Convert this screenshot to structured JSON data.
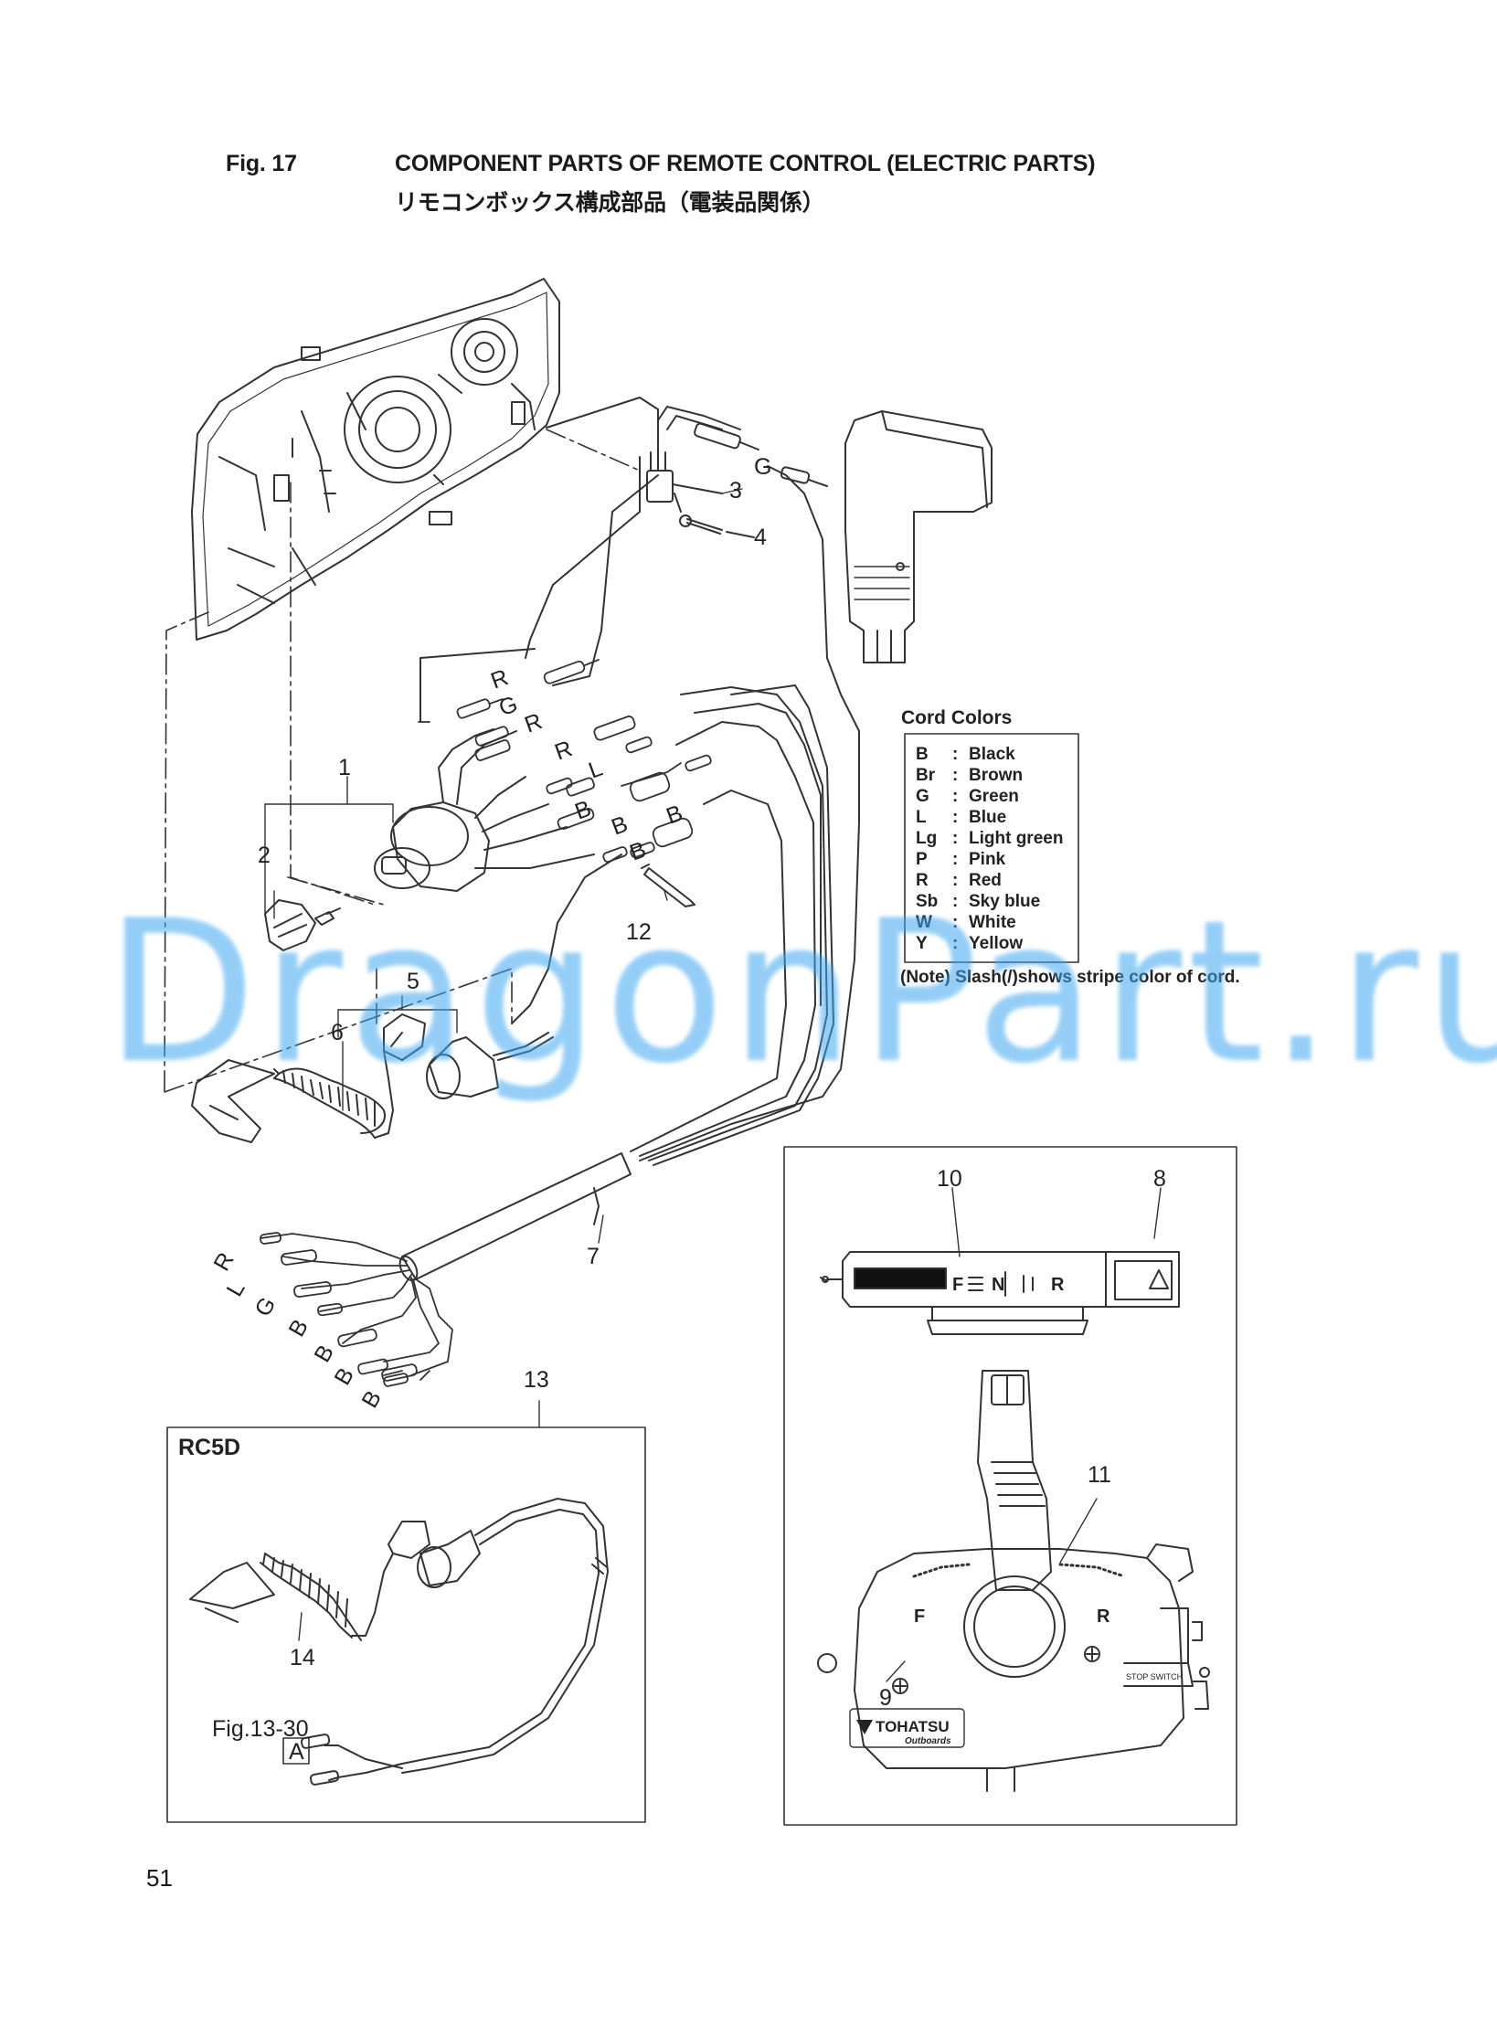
{
  "header": {
    "fig_label": "Fig. 17",
    "title_en": "COMPONENT PARTS OF REMOTE CONTROL (ELECTRIC PARTS)",
    "title_jp": "リモコンボックス構成部品（電装品関係）"
  },
  "page_number": "51",
  "watermark": "DragonPart.ru",
  "callouts": {
    "c1": "1",
    "c2": "2",
    "c3": "3",
    "c4": "4",
    "c5": "5",
    "c6": "6",
    "c7": "7",
    "c8": "8",
    "c9": "9",
    "c10": "10",
    "c11": "11",
    "c12": "12",
    "c13": "13",
    "c14": "14"
  },
  "wire_letters": {
    "g_top": "G",
    "r1": "R",
    "g1": "G",
    "r2": "R",
    "r3": "R",
    "l1": "L",
    "b1": "B",
    "b2": "B",
    "b3": "B",
    "b4": "B",
    "h_r": "R",
    "h_l": "L",
    "h_g": "G",
    "h_b1": "B",
    "h_b2": "B",
    "h_b3": "B",
    "h_b4": "B"
  },
  "cord_colors": {
    "title": "Cord Colors",
    "rows": [
      {
        "code": "B",
        "sep": ":",
        "name": "Black"
      },
      {
        "code": "Br",
        "sep": ":",
        "name": "Brown"
      },
      {
        "code": "G",
        "sep": ":",
        "name": "Green"
      },
      {
        "code": "L",
        "sep": ":",
        "name": "Blue"
      },
      {
        "code": "Lg",
        "sep": ":",
        "name": "Light green"
      },
      {
        "code": "P",
        "sep": ":",
        "name": "Pink"
      },
      {
        "code": "R",
        "sep": ":",
        "name": "Red"
      },
      {
        "code": "Sb",
        "sep": ":",
        "name": "Sky blue"
      },
      {
        "code": "W",
        "sep": ":",
        "name": "White"
      },
      {
        "code": "Y",
        "sep": ":",
        "name": "Yellow"
      }
    ],
    "note": "(Note) Slash(/)shows stripe color of cord."
  },
  "inset_rc5d": {
    "title": "RC5D",
    "ref": "Fig.13-30",
    "ref_box": "A"
  },
  "control_box": {
    "gear_f": "F",
    "gear_n": "N",
    "gear_r": "R",
    "brand": "TOHATSU",
    "brand_sub": "Outboards",
    "stop_switch": "STOP SWITCH"
  }
}
